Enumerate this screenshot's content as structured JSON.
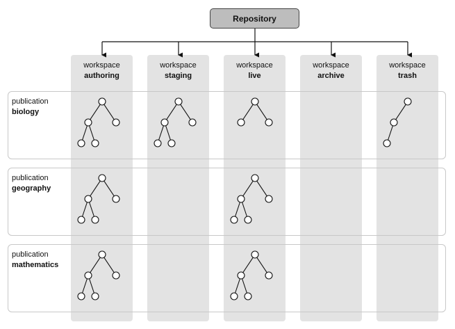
{
  "repository": {
    "label": "Repository"
  },
  "workspaces": [
    {
      "kind": "workspace",
      "name": "authoring"
    },
    {
      "kind": "workspace",
      "name": "staging"
    },
    {
      "kind": "workspace",
      "name": "live"
    },
    {
      "kind": "workspace",
      "name": "archive"
    },
    {
      "kind": "workspace",
      "name": "trash"
    }
  ],
  "publications": [
    {
      "kind": "publication",
      "name": "biology"
    },
    {
      "kind": "publication",
      "name": "geography"
    },
    {
      "kind": "publication",
      "name": "mathematics"
    }
  ]
}
